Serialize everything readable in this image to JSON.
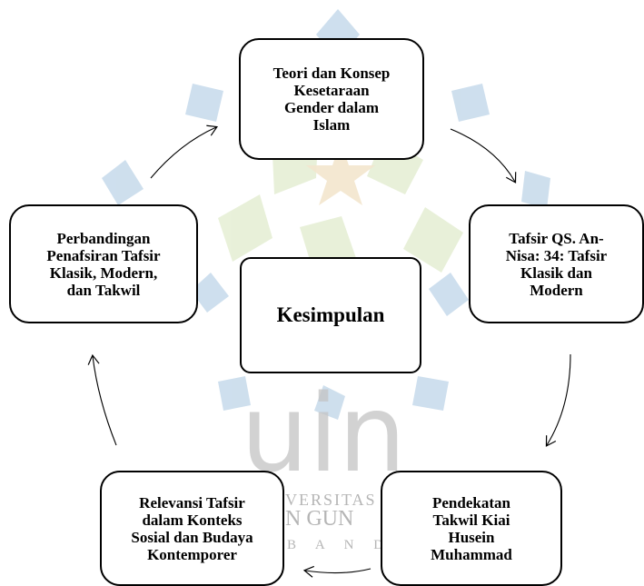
{
  "diagram": {
    "center": "Kesimpulan",
    "nodes": {
      "teori": "Teori dan Konsep\nKesetaraan\nGender dalam\nIslam",
      "tafsir": "Tafsir QS. An-\nNisa: 34: Tafsir\nKlasik dan\nModern",
      "pendekatan": "Pendekatan\nTakwil Kiai\nHusein\nMuhammad",
      "relevansi": "Relevansi Tafsir\ndalam Konteks\nSosial dan Budaya\nKontemporer",
      "perbandingan": "Perbandingan\nPenafsiran Tafsir\nKlasik, Modern,\ndan Takwil"
    }
  },
  "watermark": {
    "logo_text": "uin",
    "line1": "VERSITAS I",
    "line2": "N GUN",
    "line3": "B A N D"
  },
  "colors": {
    "watermark_blue": "#c9dcec",
    "watermark_green": "#e5eed3",
    "watermark_star": "#f3e6cd",
    "watermark_gray": "#c4c4c4"
  }
}
